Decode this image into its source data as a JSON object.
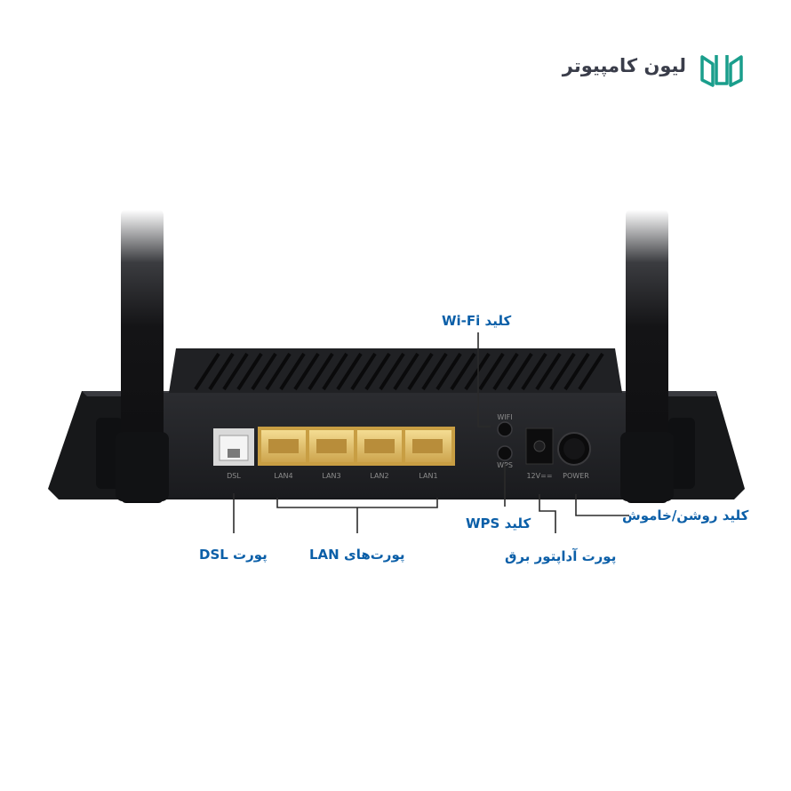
{
  "brand": {
    "name": "لیون کامپیوتر",
    "logo_color": "#1a9e8c"
  },
  "callouts": {
    "wifi_key": "کلید Wi-Fi",
    "wps_key": "کلید WPS",
    "power_switch": "کلید روشن/خاموش",
    "power_adapter_port": "پورت آداپتور برق",
    "lan_ports": "پورت‌های LAN",
    "dsl_port": "پورت DSL"
  },
  "device_labels": {
    "dsl": "DSL",
    "lan4": "LAN4",
    "lan3": "LAN3",
    "lan2": "LAN2",
    "lan1": "LAN1",
    "wifi": "WIFI",
    "wps": "WPS",
    "power_in": "12V==",
    "power": "POWER"
  },
  "colors": {
    "callout_text": "#0b5fa8",
    "router_body": "#1c1d20",
    "lan_port": "#e8c873",
    "leader_line": "#2b2b2b"
  }
}
